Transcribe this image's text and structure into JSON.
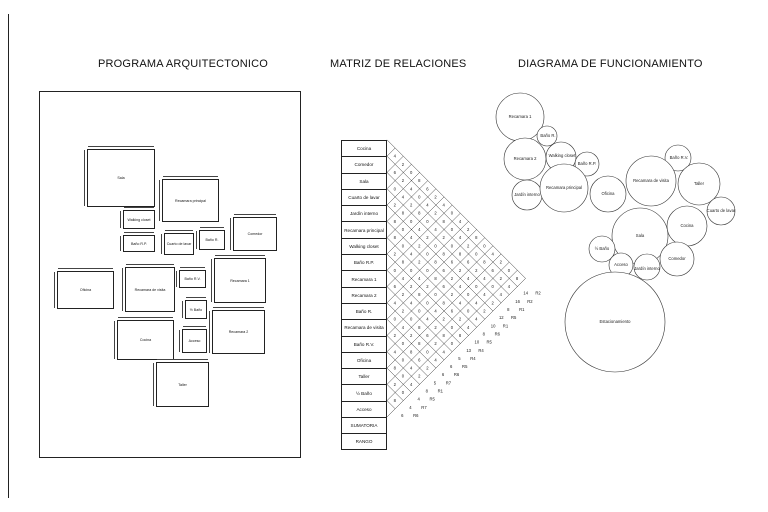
{
  "titles": {
    "programa": "PROGRAMA ARQUITECTONICO",
    "matriz": "MATRIZ DE RELACIONES",
    "diagrama": "DIAGRAMA DE FUNCIONAMIENTO"
  },
  "programa_rooms": [
    "Sala",
    "Recamara principal",
    "Walking closet",
    "Baño R.P.",
    "Cuarto de lavar",
    "Baño R.",
    "Comedor",
    "Oficina",
    "Recamara de visita",
    "Baño R.V.",
    "Recamara 1",
    "½ Baño",
    "Recamara 2",
    "Cocina",
    "Acceso",
    "Taller"
  ],
  "matriz_rows": [
    "Cocina",
    "Comedor",
    "Sala",
    "Cuarto de lavar",
    "Jardín interno",
    "Recamara principal",
    "Walking closet",
    "Baño R.P.",
    "Recamara 1",
    "Recamara 2",
    "Baño R.",
    "Recamara de visita",
    "Baño R.V.",
    "Oficina",
    "Taller",
    "½ Baño",
    "Acceso",
    "SUMATORIA",
    "RANGO"
  ],
  "matriz_rank": [
    {
      "sum": "14",
      "rank": "R2"
    },
    {
      "sum": "16",
      "rank": "R2"
    },
    {
      "sum": "8",
      "rank": "R1"
    },
    {
      "sum": "12",
      "rank": "R5"
    },
    {
      "sum": "10",
      "rank": "R1"
    },
    {
      "sum": "8",
      "rank": "R6"
    },
    {
      "sum": "10",
      "rank": "R5"
    },
    {
      "sum": "13",
      "rank": "R4"
    },
    {
      "sum": "5",
      "rank": "R4"
    },
    {
      "sum": "6",
      "rank": "R5"
    },
    {
      "sum": "6",
      "rank": "R6"
    },
    {
      "sum": "5",
      "rank": "R7"
    },
    {
      "sum": "8",
      "rank": "R1"
    },
    {
      "sum": "4",
      "rank": "R5"
    },
    {
      "sum": "4",
      "rank": "R7"
    },
    {
      "sum": "6",
      "rank": "R6"
    }
  ],
  "diagram_circles": [
    "Recamara 1",
    "Baño R.",
    "Walking closet",
    "Recamara 2",
    "Baño R.P.",
    "Jardín interno",
    "Recamara principal",
    "Oficina",
    "Baño R.V.",
    "Recamara de visita",
    "Taller",
    "Cuarto de lavar",
    "Sala",
    "Cocina",
    "½ Baño",
    "Acceso",
    "Jardín interno",
    "Comedor",
    "Estacionamiento"
  ]
}
